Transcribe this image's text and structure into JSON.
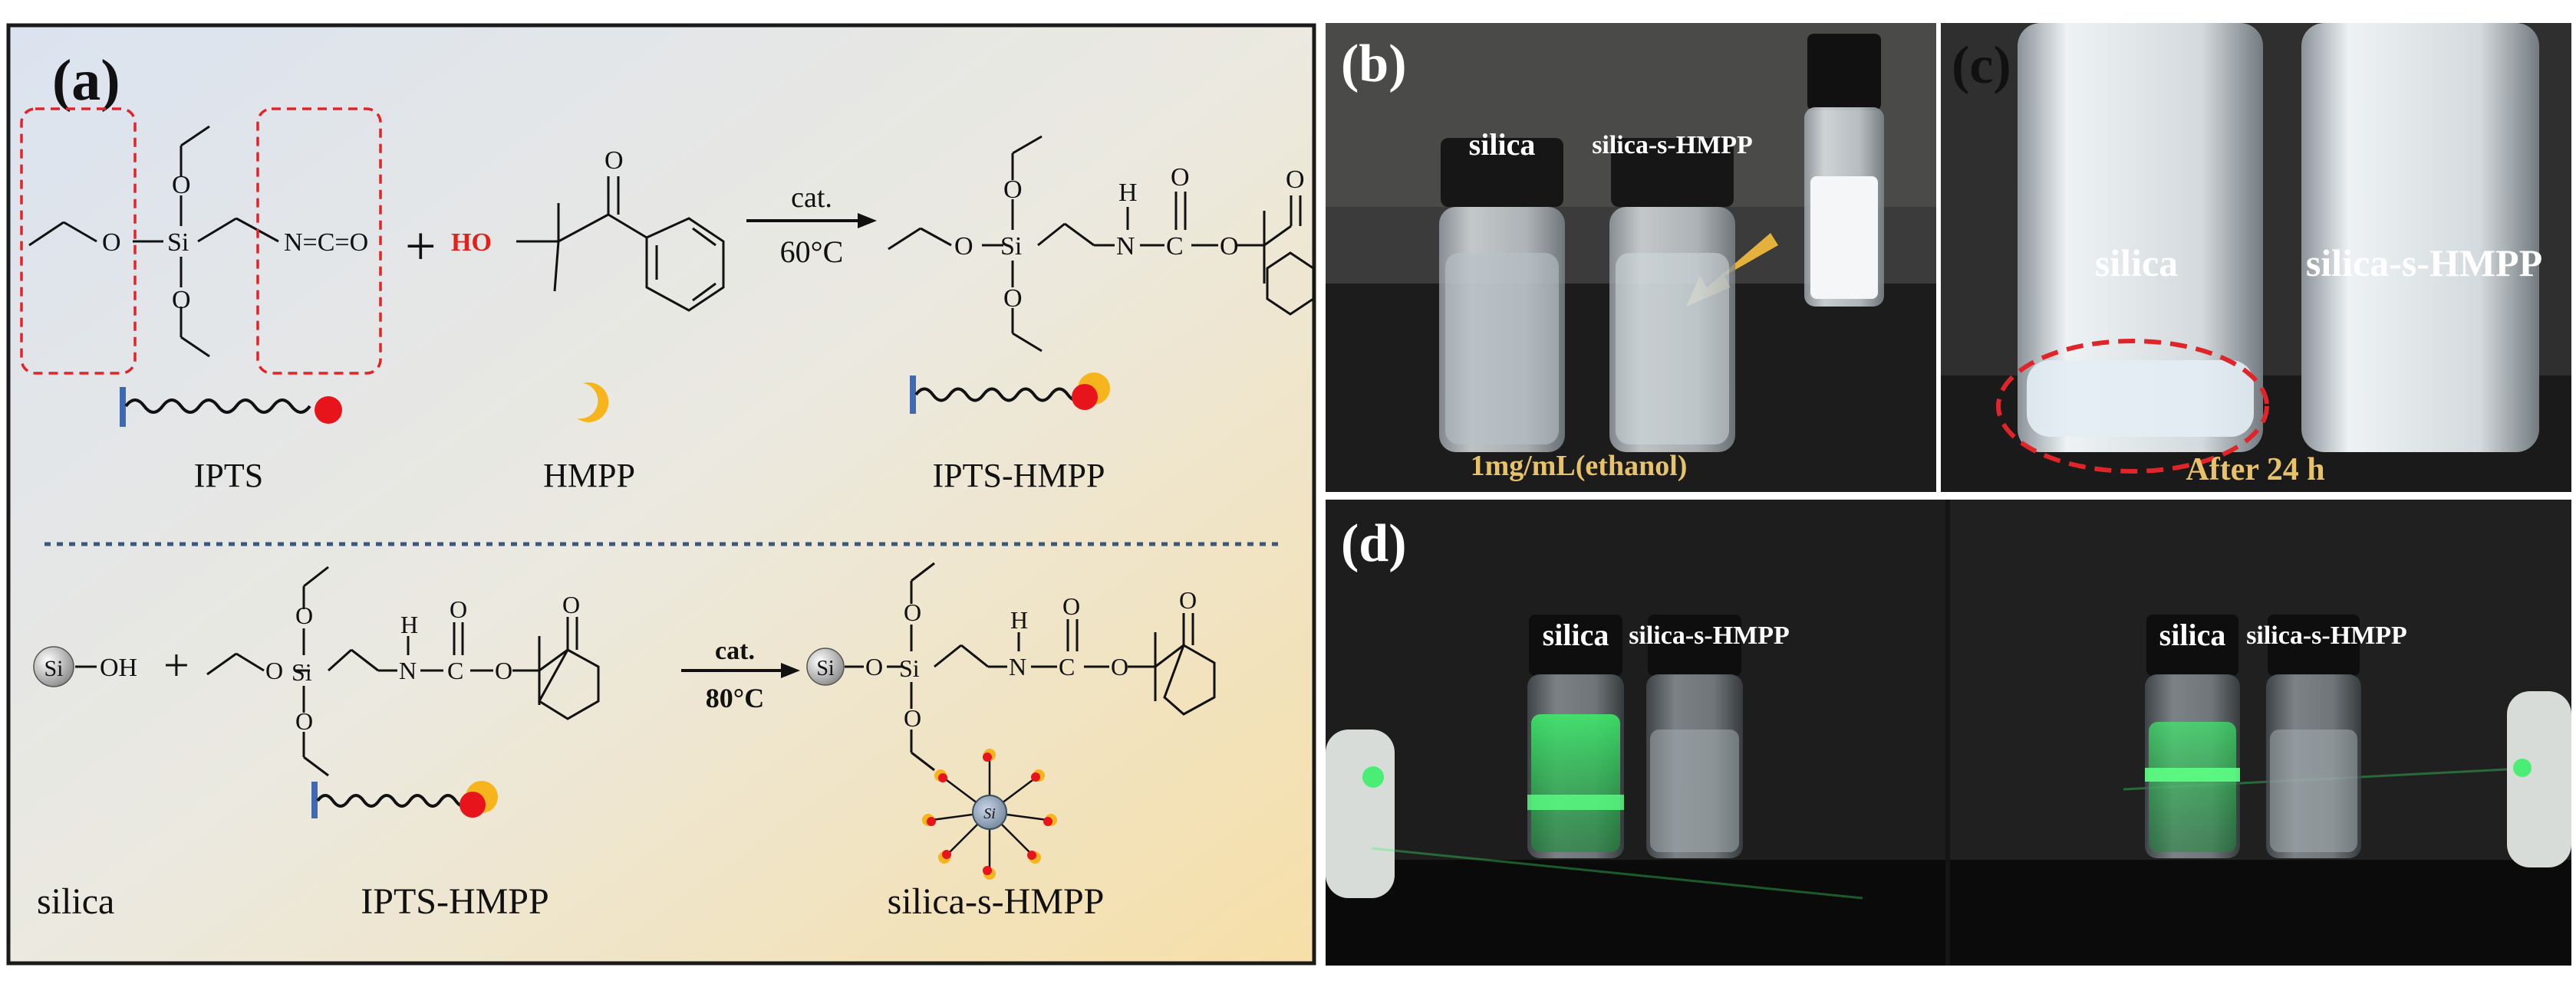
{
  "panel_a": {
    "label": "(a)",
    "reaction1": {
      "reactant1_name": "IPTS",
      "reactant2_name": "HMPP",
      "product_name": "IPTS-HMPP",
      "catalyst": "cat.",
      "temperature": "60°C",
      "plus": "+",
      "atoms": {
        "O": "O",
        "Si": "Si",
        "N": "N",
        "C": "C",
        "H": "H",
        "HO": "HO",
        "iso": "N=C=O"
      }
    },
    "reaction2": {
      "reactant1_name": "silica",
      "reactant2_name": "IPTS-HMPP",
      "product_name": "silica-s-HMPP",
      "catalyst": "cat.",
      "temperature": "80°C",
      "plus": "+",
      "silica_bead": "Si",
      "hydroxyl": "OH",
      "core_label": "Si"
    },
    "colors": {
      "chain_blue": "#4169b0",
      "ball_red": "#e8141c",
      "ball_yellow": "#f7b51d",
      "highlight_red": "#e0252a",
      "divider": "#3c5878",
      "HO_red": "#e3211c"
    }
  },
  "panel_b": {
    "label": "(b)",
    "vial_left": "silica",
    "vial_right": "silica-s-HMPP",
    "caption": "1mg/mL(ethanol)",
    "caption_color": "#e8c26a",
    "arrow_color": "#e4b13c"
  },
  "panel_c": {
    "label": "(c)",
    "vial_left": "silica",
    "vial_right": "silica-s-HMPP",
    "caption": "After 24 h",
    "caption_color": "#e8c26a"
  },
  "panel_d": {
    "label": "(d)",
    "left_photo": {
      "vial_left": "silica",
      "vial_right": "silica-s-HMPP"
    },
    "right_photo": {
      "vial_left": "silica",
      "vial_right": "silica-s-HMPP"
    },
    "laser_color": "#3cf06a"
  }
}
